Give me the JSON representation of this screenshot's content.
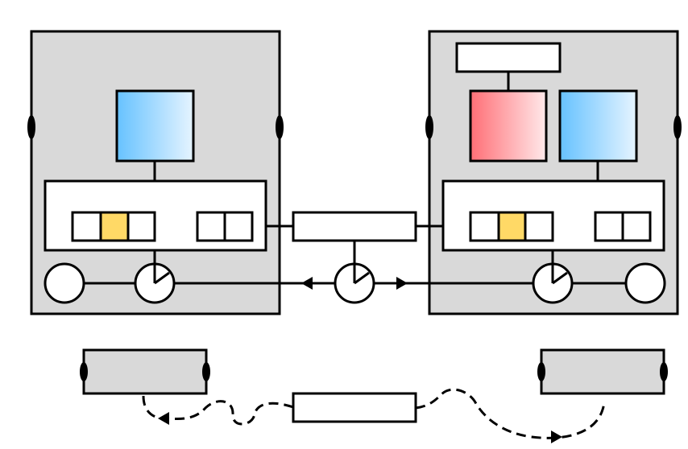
{
  "colors": {
    "panel_fill": "#d9d9d9",
    "stroke": "#000000",
    "box_fill": "#ffffff",
    "blue_gradient_start": "#66c2ff",
    "blue_gradient_end": "#e6f4ff",
    "red_gradient_start": "#ff6f76",
    "red_gradient_end": "#ffe9ea",
    "highlight_cell": "#ffd966"
  },
  "nodes": {
    "left_device": {
      "icon": "device-panel"
    },
    "right_device": {
      "icon": "device-panel"
    },
    "center_bridge": {
      "icon": "bridge-box"
    },
    "center_switch": {
      "icon": "rotary-switch-icon"
    },
    "bottom_left_tray": {
      "icon": "tray"
    },
    "bottom_right_tray": {
      "icon": "tray"
    },
    "bottom_center_box": {
      "icon": "relay-box"
    }
  },
  "connections": [
    {
      "from": "left_device",
      "to": "center_switch",
      "style": "solid-arrow"
    },
    {
      "from": "center_switch",
      "to": "right_device",
      "style": "solid-arrow"
    },
    {
      "from": "bottom_center_box",
      "to": "bottom_left_tray",
      "style": "dashed-arrow"
    },
    {
      "from": "bottom_center_box",
      "to": "bottom_right_tray",
      "style": "dashed-arrow"
    }
  ]
}
